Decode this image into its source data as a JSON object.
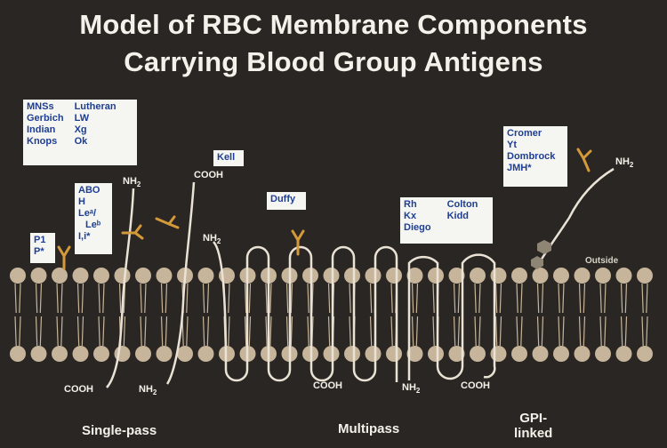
{
  "title_line1": "Model of RBC Membrane Components",
  "title_line2": "Carrying Blood Group Antigens",
  "boxes": {
    "group1_col1": [
      "MNSs",
      "Gerbich",
      "Indian",
      "Knops"
    ],
    "group1_col2": [
      "Lutheran",
      "LW",
      "Xg",
      "Ok"
    ],
    "abo": [
      "ABO",
      "H",
      "Leᵃ/",
      "Leᵇ",
      "I,i*"
    ],
    "p": [
      "P1",
      "P*"
    ],
    "kell": "Kell",
    "duffy": "Duffy",
    "rh_col1": [
      "Rh",
      "Kx",
      "Diego"
    ],
    "rh_col2": [
      "Colton",
      "Kidd"
    ],
    "gpi": [
      "Cromer",
      "Yt",
      "Dombrock",
      "JMH*"
    ]
  },
  "termini": {
    "nh2": "NH",
    "cooh": "COOH",
    "sub": "2"
  },
  "outside_label": "Outside",
  "categories": {
    "single_pass": "Single-pass",
    "multipass": "Multipass",
    "gpi_line1": "GPI-",
    "gpi_line2": "linked"
  },
  "colors": {
    "background": "#2a2623",
    "lipid_head": "#c6b59a",
    "protein_strand": "#eae3d5",
    "box_fill": "#f5f6f2",
    "box_text": "#1f3e92",
    "carbohydrate": "#d49a3a"
  }
}
